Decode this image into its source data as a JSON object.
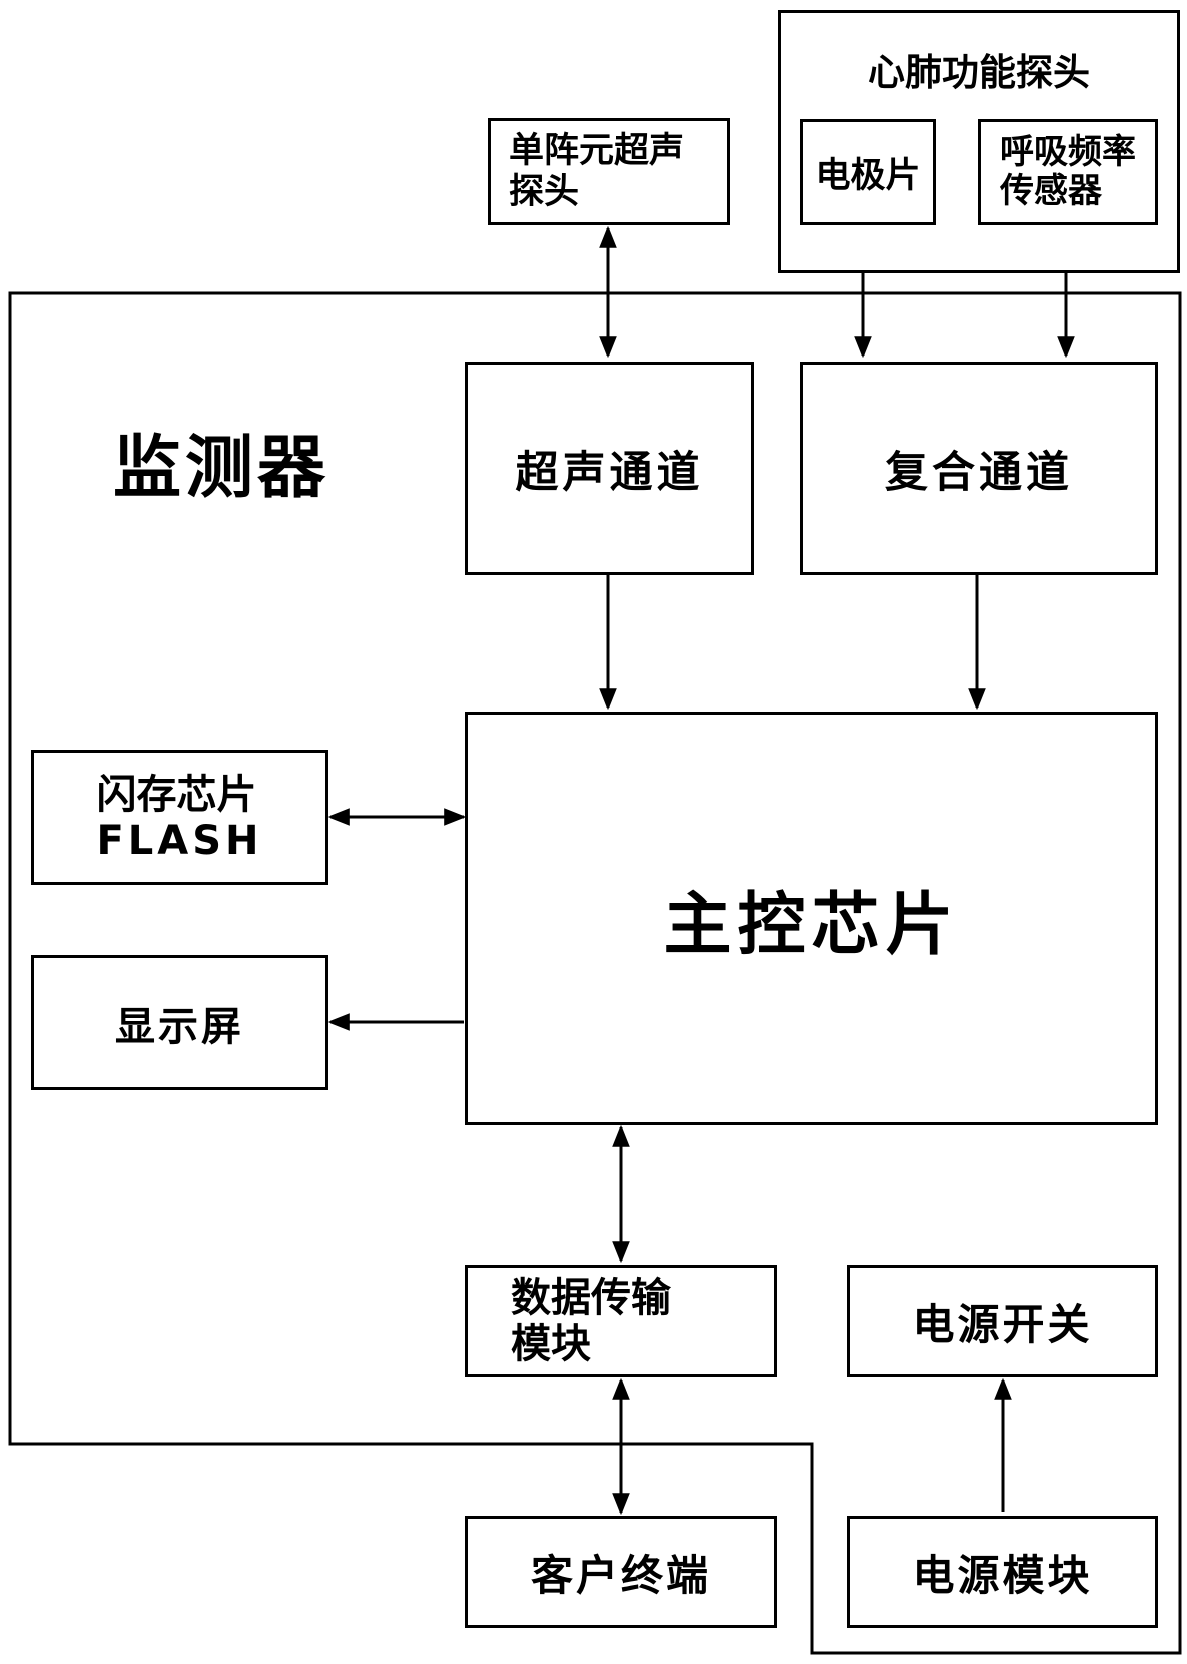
{
  "monitor": {
    "label": "监测器"
  },
  "cardio_probe": {
    "title": "心肺功能探头",
    "electrode": "电极片",
    "resp_sensor_line1": "呼吸频率",
    "resp_sensor_line2": "传感器"
  },
  "ultrasound_probe": {
    "line1": "单阵元超声",
    "line2": "探头"
  },
  "ultrasound_channel": "超声通道",
  "composite_channel": "复合通道",
  "main_chip": "主控芯片",
  "flash": {
    "line1": "闪存芯片",
    "line2": "FLASH"
  },
  "display": "显示屏",
  "data_transfer": {
    "line1": "数据传输",
    "line2": "模块"
  },
  "power_switch": "电源开关",
  "client_terminal": "客户终端",
  "power_module": "电源模块"
}
